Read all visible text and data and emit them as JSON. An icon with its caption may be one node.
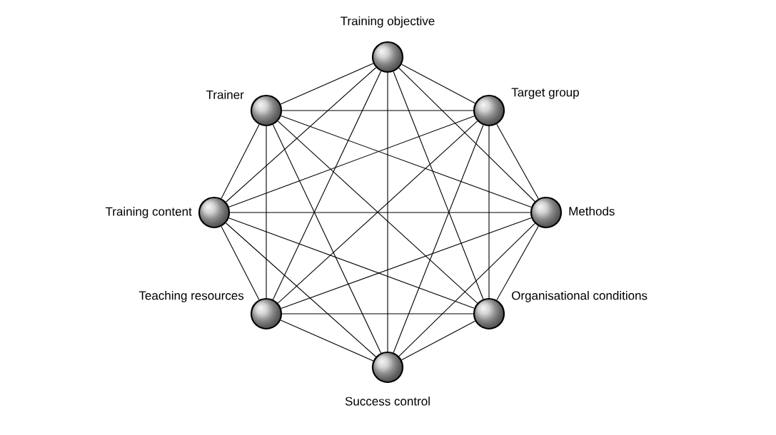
{
  "diagram": {
    "nodes": [
      {
        "text": [
          "Training objective"
        ]
      },
      {
        "text": [
          "Target group"
        ]
      },
      {
        "text": [
          "Methods"
        ]
      },
      {
        "text": [
          "Organisational conditions"
        ]
      },
      {
        "text": [
          "Success control"
        ]
      },
      {
        "text": [
          "Teaching resources"
        ]
      },
      {
        "text": [
          "Training content"
        ]
      },
      {
        "text": [
          "Trainer"
        ]
      }
    ],
    "edges": [
      {
        "from": 0,
        "to": 1,
        "arrow": "none"
      },
      {
        "from": 0,
        "to": 2,
        "arrow": "none"
      },
      {
        "from": 0,
        "to": 3,
        "arrow": "none"
      },
      {
        "from": 0,
        "to": 4,
        "arrow": "none"
      },
      {
        "from": 0,
        "to": 5,
        "arrow": "none"
      },
      {
        "from": 0,
        "to": 6,
        "arrow": "none"
      },
      {
        "from": 0,
        "to": 7,
        "arrow": "none"
      },
      {
        "from": 1,
        "to": 2,
        "arrow": "none"
      },
      {
        "from": 1,
        "to": 3,
        "arrow": "none"
      },
      {
        "from": 1,
        "to": 4,
        "arrow": "none"
      },
      {
        "from": 1,
        "to": 5,
        "arrow": "none"
      },
      {
        "from": 1,
        "to": 6,
        "arrow": "none"
      },
      {
        "from": 1,
        "to": 7,
        "arrow": "none"
      },
      {
        "from": 2,
        "to": 3,
        "arrow": "none"
      },
      {
        "from": 2,
        "to": 4,
        "arrow": "none"
      },
      {
        "from": 2,
        "to": 5,
        "arrow": "none"
      },
      {
        "from": 2,
        "to": 6,
        "arrow": "none"
      },
      {
        "from": 2,
        "to": 7,
        "arrow": "none"
      },
      {
        "from": 3,
        "to": 4,
        "arrow": "none"
      },
      {
        "from": 3,
        "to": 5,
        "arrow": "none"
      },
      {
        "from": 3,
        "to": 6,
        "arrow": "none"
      },
      {
        "from": 3,
        "to": 7,
        "arrow": "none"
      },
      {
        "from": 4,
        "to": 5,
        "arrow": "none"
      },
      {
        "from": 4,
        "to": 6,
        "arrow": "none"
      },
      {
        "from": 4,
        "to": 7,
        "arrow": "none"
      },
      {
        "from": 5,
        "to": 6,
        "arrow": "none"
      },
      {
        "from": 5,
        "to": 7,
        "arrow": "none"
      },
      {
        "from": 6,
        "to": 7,
        "arrow": "none"
      }
    ]
  }
}
